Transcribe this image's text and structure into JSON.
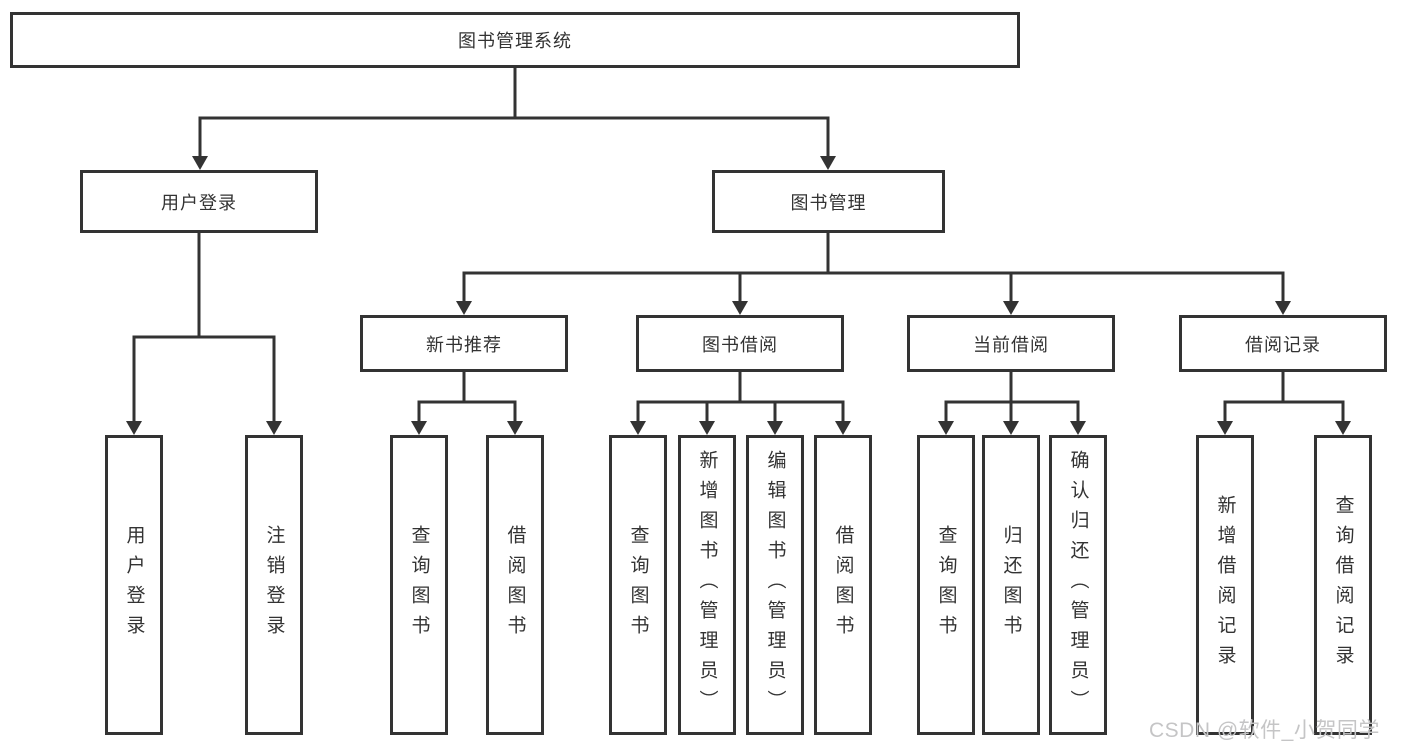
{
  "diagram_title": "图书管理系统",
  "tree": {
    "label": "图书管理系统",
    "children": [
      {
        "label": "用户登录",
        "children": [
          {
            "label": "用户登录"
          },
          {
            "label": "注销登录"
          }
        ]
      },
      {
        "label": "图书管理",
        "children": [
          {
            "label": "新书推荐",
            "children": [
              {
                "label": "查询图书"
              },
              {
                "label": "借阅图书"
              }
            ]
          },
          {
            "label": "图书借阅",
            "children": [
              {
                "label": "查询图书"
              },
              {
                "label": "新增图书（管理员）"
              },
              {
                "label": "编辑图书（管理员）"
              },
              {
                "label": "借阅图书"
              }
            ]
          },
          {
            "label": "当前借阅",
            "children": [
              {
                "label": "查询图书"
              },
              {
                "label": "归还图书"
              },
              {
                "label": "确认归还（管理员）"
              }
            ]
          },
          {
            "label": "借阅记录",
            "children": [
              {
                "label": "新增借阅记录"
              },
              {
                "label": "查询借阅记录"
              }
            ]
          }
        ]
      }
    ]
  },
  "watermark": {
    "text": "CSDN @软件_小贺同学"
  },
  "colors": {
    "line": "#333333",
    "text": "#333333",
    "box_background": "#ffffff",
    "page_background": "#ffffff",
    "watermark": "#c5c5c6"
  }
}
